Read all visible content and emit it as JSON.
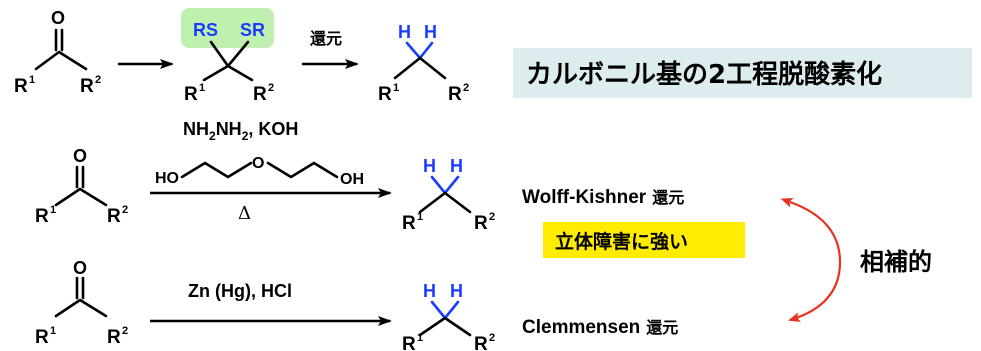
{
  "colors": {
    "hydrogen_blue": "#1a3cff",
    "thioacetal_bg": "#bff0b0",
    "title_bg": "#dcecef",
    "highlight_yellow": "#ffec00",
    "curve_red": "#e8321e"
  },
  "atoms": {
    "O": "O",
    "R": "R",
    "one": "1",
    "two": "2",
    "H": "H",
    "RS": "RS",
    "SR": "SR",
    "OH": "OH",
    "HO": "HO"
  },
  "row1": {
    "reduction": "還元",
    "title": "カルボニル基の2工程脱酸素化"
  },
  "wolff": {
    "reagent_main": "NH",
    "reagent_sub2": "2",
    "reagent_mid": "NH",
    "reagent_tail": ", KOH",
    "heat": "Δ",
    "name": "Wolff-Kishner",
    "reduction": "還元",
    "badge": "立体障害に強い"
  },
  "clemmensen": {
    "reagent": "Zn (Hg), HCl",
    "name": "Clemmensen",
    "reduction": "還元"
  },
  "complementary": "相補的"
}
